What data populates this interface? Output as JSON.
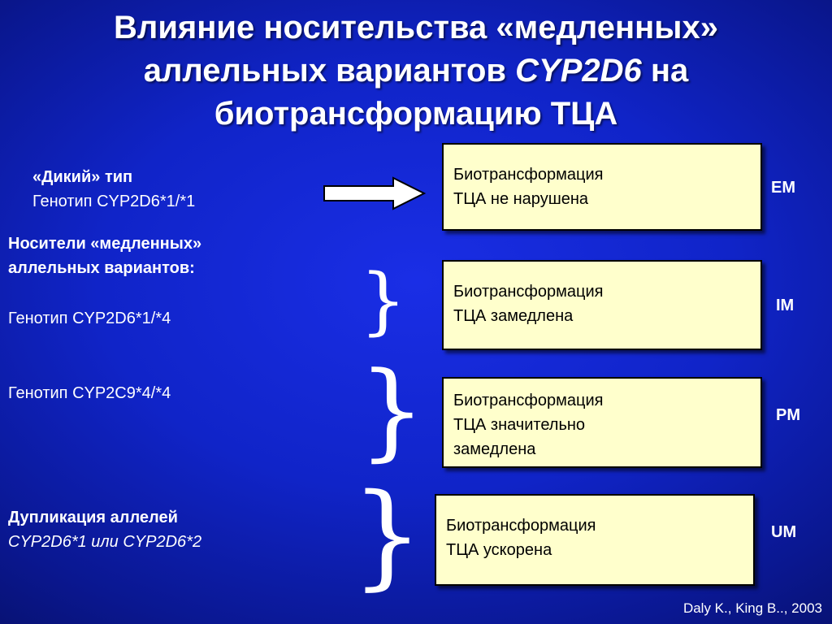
{
  "title": {
    "line1": "Влияние носительства «медленных»",
    "line2_pre": "аллельных вариантов ",
    "line2_gene": "CYP2D6",
    "line2_post": " на",
    "line3": "биотрансформацию ТЦА"
  },
  "rows": {
    "wild": {
      "label_bold": "«Дикий» тип",
      "genotype": "Генотип CYP2D6*1/*1",
      "box_line1": "Биотрансформация",
      "box_line2": "ТЦА не нарушена",
      "code": "EM"
    },
    "carriers": {
      "header_line1": "Носители «медленных»",
      "header_line2": "аллельных вариантов:"
    },
    "im": {
      "genotype": "Генотип CYP2D6*1/*4",
      "box_line1": "Биотрансформация",
      "box_line2": "ТЦА замедлена",
      "code": "IM"
    },
    "pm": {
      "genotype": "Генотип CYP2C9*4/*4",
      "box_line1": "Биотрансформация",
      "box_line2": "ТЦА значительно",
      "box_line3": "замедлена",
      "code": "PM"
    },
    "um": {
      "label_bold": "Дупликация аллелей",
      "genotype_italic": "CYP2D6*1 или CYP2D6*2",
      "box_line1": "Биотрансформация",
      "box_line2": "ТЦА ускорена",
      "code": "UM"
    }
  },
  "citation": "Daly K., King B.., 2003",
  "icons": {
    "arrow": "right-arrow-icon",
    "brace": "right-curly-brace"
  },
  "colors": {
    "background": "#1024c8",
    "box_fill": "#ffffcc",
    "text": "#ffffff"
  }
}
